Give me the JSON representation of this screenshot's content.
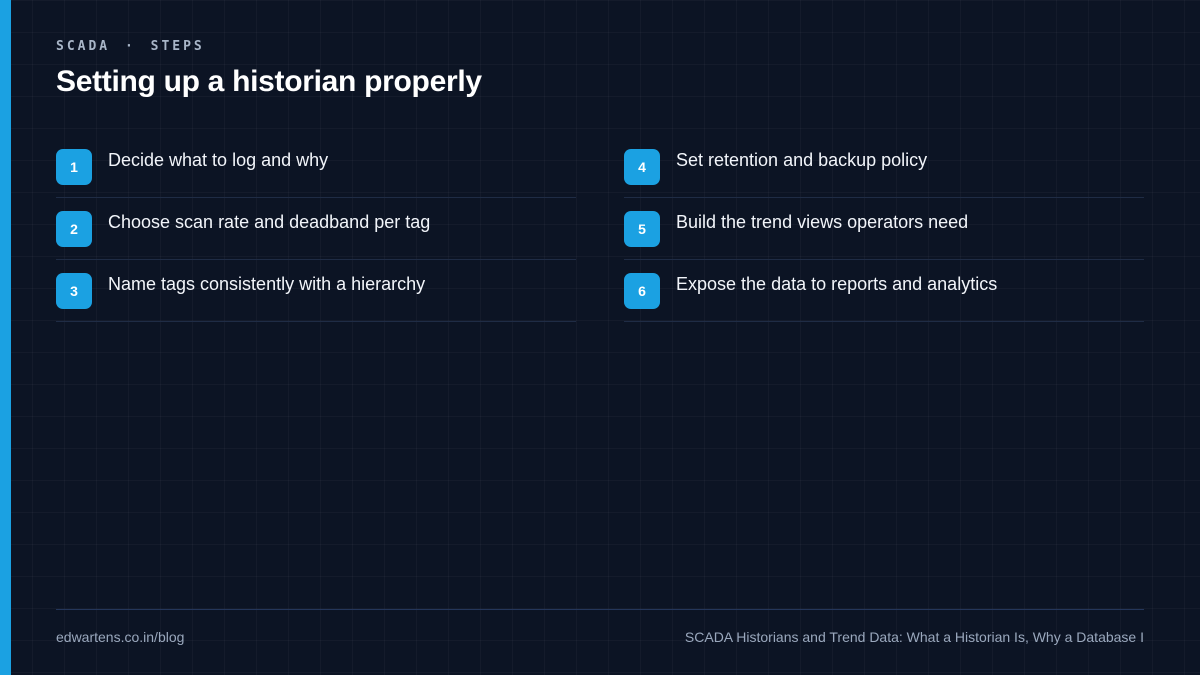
{
  "header": {
    "kicker_left": "SCADA",
    "kicker_sep": "·",
    "kicker_right": "STEPS",
    "title": "Setting up a historian properly"
  },
  "steps": [
    {
      "num": "1",
      "text": "Decide what to log and why"
    },
    {
      "num": "2",
      "text": "Choose scan rate and deadband per tag"
    },
    {
      "num": "3",
      "text": "Name tags consistently with a hierarchy"
    },
    {
      "num": "4",
      "text": "Set retention and backup policy"
    },
    {
      "num": "5",
      "text": "Build the trend views operators need"
    },
    {
      "num": "6",
      "text": "Expose the data to reports and analytics"
    }
  ],
  "footer": {
    "site": "edwartens.co.in/blog",
    "article": "SCADA Historians and Trend Data: What a Historian Is, Why a Database I"
  },
  "colors": {
    "background": "#0c1424",
    "accent": "#1ba1e2"
  }
}
